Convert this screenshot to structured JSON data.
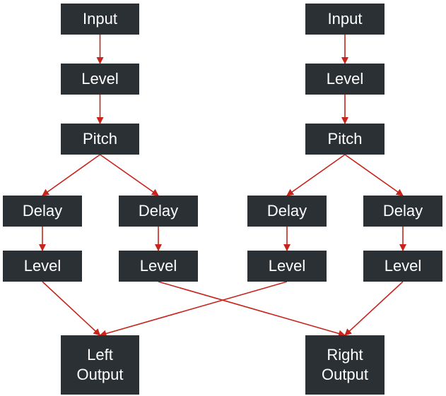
{
  "colors": {
    "node_fill": "#2b3035",
    "node_text": "#ffffff",
    "edge": "#c8241c",
    "background": "#ffffff"
  },
  "nodes": {
    "input_l": "Input",
    "level_l": "Level",
    "pitch_l": "Pitch",
    "delay_ll": "Delay",
    "delay_lr": "Delay",
    "level_ll": "Level",
    "level_lr": "Level",
    "input_r": "Input",
    "level_r": "Level",
    "pitch_r": "Pitch",
    "delay_rl": "Delay",
    "delay_rr": "Delay",
    "level_rl": "Level",
    "level_rr": "Level",
    "left_output": "Left\nOutput",
    "right_output": "Right\nOutput"
  },
  "edges": [
    [
      "input_l",
      "level_l"
    ],
    [
      "level_l",
      "pitch_l"
    ],
    [
      "pitch_l",
      "delay_ll"
    ],
    [
      "pitch_l",
      "delay_lr"
    ],
    [
      "delay_ll",
      "level_ll"
    ],
    [
      "delay_lr",
      "level_lr"
    ],
    [
      "input_r",
      "level_r"
    ],
    [
      "level_r",
      "pitch_r"
    ],
    [
      "pitch_r",
      "delay_rl"
    ],
    [
      "pitch_r",
      "delay_rr"
    ],
    [
      "delay_rl",
      "level_rl"
    ],
    [
      "delay_rr",
      "level_rr"
    ],
    [
      "level_ll",
      "left_output"
    ],
    [
      "level_lr",
      "right_output"
    ],
    [
      "level_rl",
      "left_output"
    ],
    [
      "level_rr",
      "right_output"
    ]
  ]
}
